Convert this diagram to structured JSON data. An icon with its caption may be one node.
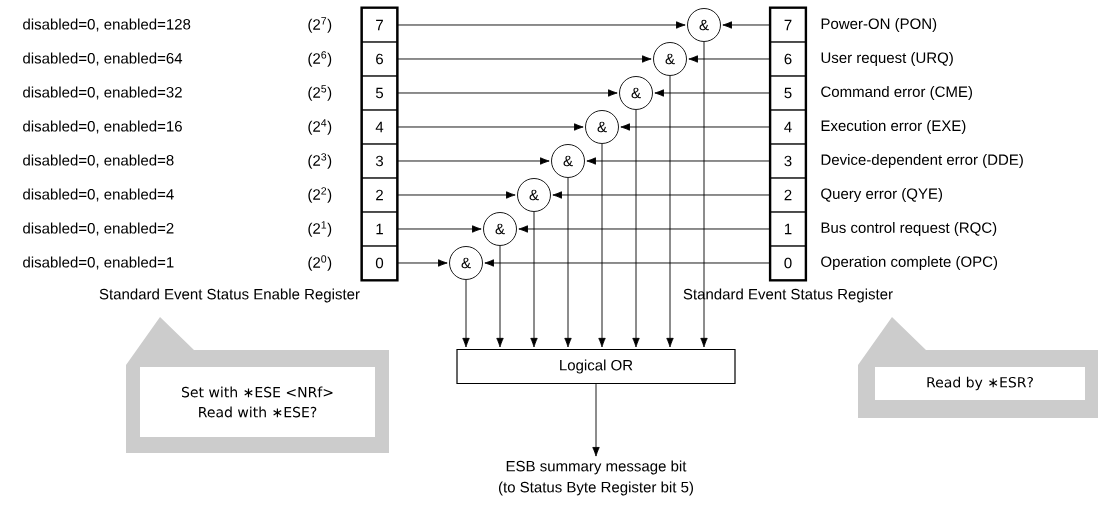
{
  "diagram": {
    "nodes": [
      {
        "text": [
          "Standard Event Status Enable Register"
        ]
      },
      {
        "text": [
          "7"
        ],
        "in": 0,
        "beside": [
          "(2$^{7}$)"
        ]
      },
      {
        "text": [
          "6"
        ],
        "in": 0,
        "beside": [
          "(2$^{6}$)"
        ]
      },
      {
        "text": [
          "5"
        ],
        "in": 0,
        "beside": [
          "(2$^{5}$)"
        ]
      },
      {
        "text": [
          "4"
        ],
        "in": 0,
        "beside": [
          "(2$^{4}$)"
        ]
      },
      {
        "text": [
          "3"
        ],
        "in": 0,
        "beside": [
          "(2$^{3}$)"
        ]
      },
      {
        "text": [
          "2"
        ],
        "in": 0,
        "beside": [
          "(2$^{2}$)"
        ]
      },
      {
        "text": [
          "1"
        ],
        "in": 0,
        "beside": [
          "(2$^{1}$)"
        ]
      },
      {
        "text": [
          "0"
        ],
        "in": 0,
        "beside": [
          "(2$^{0}$)"
        ]
      },
      {
        "text": [
          "Standard Event Status Register"
        ]
      },
      {
        "text": [
          "7"
        ],
        "in": 9,
        "beside": [
          "Power-ON (PON)"
        ]
      },
      {
        "text": [
          "6"
        ],
        "in": 9,
        "beside": [
          "User request (URQ)"
        ]
      },
      {
        "text": [
          "5"
        ],
        "in": 9,
        "beside": [
          "Command error (CME)"
        ]
      },
      {
        "text": [
          "4"
        ],
        "in": 9,
        "beside": [
          "Execution error (EXE)"
        ]
      },
      {
        "text": [
          "3"
        ],
        "in": 9,
        "beside": [
          "Device-dependent error (DDE)"
        ]
      },
      {
        "text": [
          "2"
        ],
        "in": 9,
        "beside": [
          "Query error (QYE)"
        ]
      },
      {
        "text": [
          "1"
        ],
        "in": 9,
        "beside": [
          "Bus control request (RQC)"
        ]
      },
      {
        "text": [
          "0"
        ],
        "in": 9,
        "beside": [
          "Operation complete (OPC)"
        ]
      },
      {
        "text": [
          "&"
        ]
      },
      {
        "text": [
          "&"
        ]
      },
      {
        "text": [
          "&"
        ]
      },
      {
        "text": [
          "&"
        ]
      },
      {
        "text": [
          "&"
        ]
      },
      {
        "text": [
          "&"
        ]
      },
      {
        "text": [
          "&"
        ]
      },
      {
        "text": [
          "&"
        ]
      },
      {
        "text": [
          "Logical OR"
        ]
      },
      {
        "text": [
          "ESB summary message bit",
          "(to Status Byte Register bit 5)"
        ]
      },
      {
        "text": [
          "Set with ∗ESE <NRf>",
          "Read with ∗ESE?"
        ]
      },
      {
        "text": [
          "Read by ∗ESR?"
        ]
      }
    ],
    "edges": [
      {
        "from": 1,
        "to": 18,
        "arrow": "to"
      },
      {
        "from": 2,
        "to": 19,
        "arrow": "to"
      },
      {
        "from": 3,
        "to": 20,
        "arrow": "to"
      },
      {
        "from": 4,
        "to": 21,
        "arrow": "to"
      },
      {
        "from": 5,
        "to": 22,
        "arrow": "to"
      },
      {
        "from": 6,
        "to": 23,
        "arrow": "to"
      },
      {
        "from": 7,
        "to": 24,
        "arrow": "to"
      },
      {
        "from": 8,
        "to": 25,
        "arrow": "to"
      },
      {
        "from": 10,
        "to": 18,
        "arrow": "to"
      },
      {
        "from": 11,
        "to": 19,
        "arrow": "to"
      },
      {
        "from": 12,
        "to": 20,
        "arrow": "to"
      },
      {
        "from": 13,
        "to": 21,
        "arrow": "to"
      },
      {
        "from": 14,
        "to": 22,
        "arrow": "to"
      },
      {
        "from": 15,
        "to": 23,
        "arrow": "to"
      },
      {
        "from": 16,
        "to": 24,
        "arrow": "to"
      },
      {
        "from": 17,
        "to": 25,
        "arrow": "to"
      },
      {
        "from": 18,
        "to": 26,
        "arrow": "to"
      },
      {
        "from": 19,
        "to": 26,
        "arrow": "to"
      },
      {
        "from": 20,
        "to": 26,
        "arrow": "to"
      },
      {
        "from": 21,
        "to": 26,
        "arrow": "to"
      },
      {
        "from": 22,
        "to": 26,
        "arrow": "to"
      },
      {
        "from": 23,
        "to": 26,
        "arrow": "to"
      },
      {
        "from": 24,
        "to": 26,
        "arrow": "to"
      },
      {
        "from": 25,
        "to": 26,
        "arrow": "to"
      },
      {
        "from": 26,
        "to": 27,
        "arrow": "to"
      }
    ],
    "labels": [
      "disabled=0, enabled=128",
      "disabled=0, enabled=64",
      "disabled=0, enabled=32",
      "disabled=0, enabled=16",
      "disabled=0, enabled=8",
      "disabled=0, enabled=4",
      "disabled=0, enabled=2",
      "disabled=0, enabled=1"
    ]
  }
}
